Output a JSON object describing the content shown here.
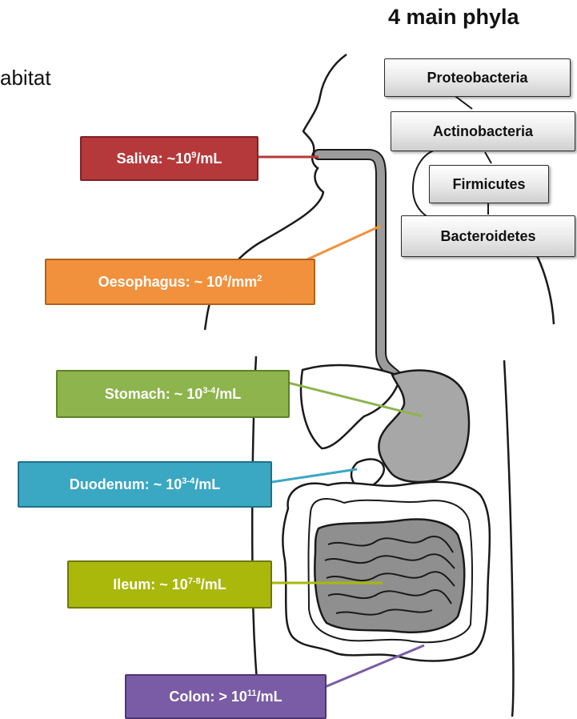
{
  "heading": "4 main phyla",
  "partial_text": "abitat",
  "phyla": [
    "Proteobacteria",
    "Actinobacteria",
    "Firmicutes",
    "Bacteroidetes"
  ],
  "sites": [
    {
      "key": "saliva",
      "label": "Saliva: ~10",
      "sup": "9",
      "after": "/mL",
      "sup2": "",
      "color": "#b5393b"
    },
    {
      "key": "oesophagus",
      "label": "Oesophagus: ~ 10",
      "sup": "4",
      "after": " /mm",
      "sup2": "2",
      "color": "#f1913d"
    },
    {
      "key": "stomach",
      "label": "Stomach: ~ 10",
      "sup": "3-4",
      "after": " /mL",
      "sup2": "",
      "color": "#8db44d"
    },
    {
      "key": "duodenum",
      "label": "Duodenum: ~ 10",
      "sup": "3-4",
      "after": " /mL",
      "sup2": "",
      "color": "#3aa7c3"
    },
    {
      "key": "ileum",
      "label": "Ileum: ~ 10",
      "sup": "7-8",
      "after": " /mL",
      "sup2": "",
      "color": "#a9b80b"
    },
    {
      "key": "colon",
      "label": "Colon: > 10",
      "sup": "11",
      "after": " /mL",
      "sup2": "",
      "color": "#7a5ca6"
    }
  ]
}
